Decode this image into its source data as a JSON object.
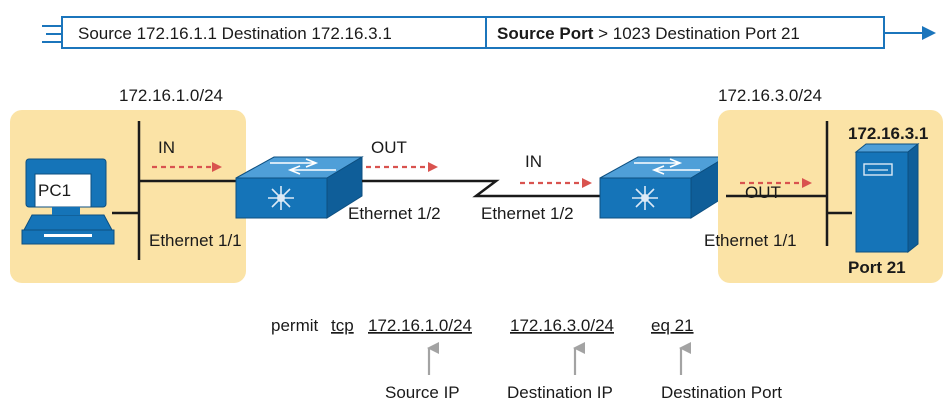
{
  "header": {
    "seg1": "Source 172.16.1.1 Destination 172.16.3.1",
    "seg2_bold": "Source Port",
    "seg2_rest": " > 1023 Destination Port 21"
  },
  "left_site": {
    "subnet": "172.16.1.0/24",
    "in_label": "IN",
    "pc_label": "PC1",
    "eth": "Ethernet 1/1"
  },
  "link": {
    "left_out": "OUT",
    "left_eth": "Ethernet 1/2",
    "right_in": "IN",
    "right_eth": "Ethernet 1/2"
  },
  "right_site": {
    "subnet": "172.16.3.0/24",
    "out_label": "OUT",
    "eth": "Ethernet 1/1",
    "server_ip": "172.16.3.1",
    "server_port": "Port 21"
  },
  "acl": {
    "permit": "permit",
    "proto": "tcp",
    "src": "172.16.1.0/24",
    "dst": "172.16.3.0/24",
    "port": "eq 21"
  },
  "callouts": {
    "src_ip": "Source IP",
    "dst_ip": "Destination IP",
    "dst_port": "Destination Port"
  },
  "colors": {
    "site_bg": "#fbe3a6",
    "router_blue": "#1574b8",
    "arrow_red": "#d9534f",
    "header_blue": "#1b75bc",
    "callout_gray": "#a3a3a3"
  }
}
